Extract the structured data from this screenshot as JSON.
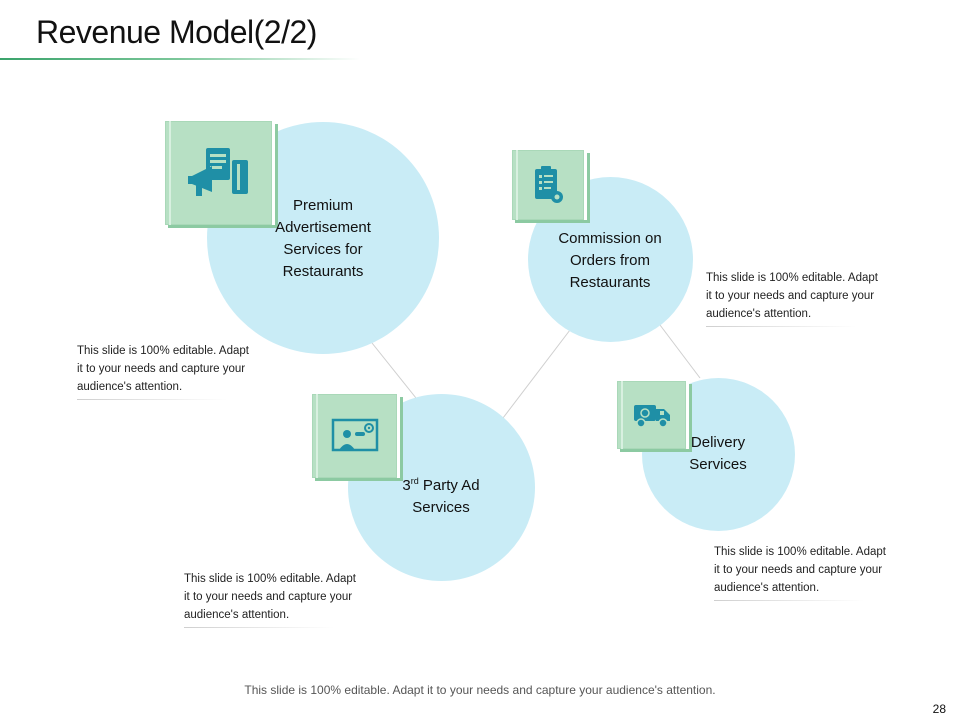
{
  "slide": {
    "title": "Revenue Model(2/2)",
    "footer": "This slide is 100% editable. Adapt it to your needs and capture your audience's attention.",
    "page_number": "28"
  },
  "items": [
    {
      "label_lines": [
        "Premium",
        "Advertisement",
        "Services for",
        "Restaurants"
      ],
      "icon": "advertisement-icon"
    },
    {
      "label_lines": [
        "Commission on",
        "Orders from",
        "Restaurants"
      ],
      "icon": "clipboard-checklist-icon"
    },
    {
      "label_main": "3",
      "label_sup": "rd",
      "label_rest": " Party Ad",
      "label_line2": "Services",
      "icon": "presentation-icon"
    },
    {
      "label_lines": [
        "Delivery",
        "Services"
      ],
      "icon": "delivery-truck-icon"
    }
  ],
  "notes": [
    {
      "lines": [
        "This slide is 100% editable. Adapt",
        "it to your needs and capture your",
        "audience's attention."
      ]
    },
    {
      "lines": [
        "This slide is 100% editable. Adapt",
        "it to your needs and capture your",
        "audience's attention."
      ]
    },
    {
      "lines": [
        "This slide is 100% editable. Adapt",
        "it to your needs and capture your",
        "audience's attention."
      ]
    },
    {
      "lines": [
        "This slide is 100% editable. Adapt",
        "it to your needs and capture your",
        "audience's attention."
      ]
    }
  ],
  "colors": {
    "circle_fill": "#c9ecf6",
    "icon_box": "#b7e0c4",
    "icon_color": "#1f8fa6",
    "title_underline": "#3aa36b"
  }
}
